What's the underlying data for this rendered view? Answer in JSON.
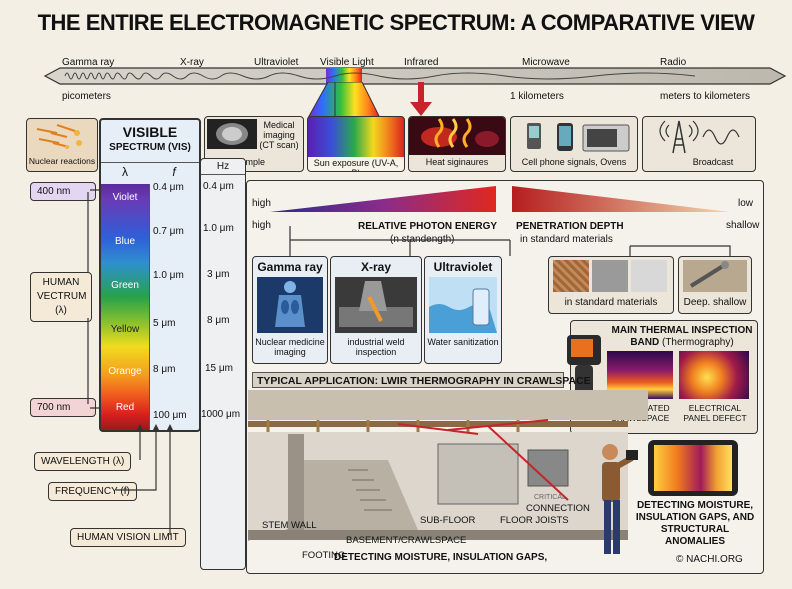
{
  "title": "THE ENTIRE ELECTROMAGNETIC SPECTRUM: A COMPARATIVE VIEW",
  "bands": [
    "Gamma ray",
    "X-ray",
    "Ultraviolet",
    "Visible Light",
    "Infrared",
    "Microwave",
    "Radio"
  ],
  "scale": {
    "left": "picometers",
    "mid": "1 kilometers",
    "right": "meters to kilometers"
  },
  "examples": {
    "nuclear": "Nuclear reactions",
    "medical": "Medical imaging (CT scan)",
    "em": "EM example",
    "sun": "Sun exposure (UV-A, B)",
    "heat": "Heat siginaures",
    "cell": "Cell phone signals, Ovens",
    "broadcast": "Broadcast"
  },
  "visible": {
    "title": "VISIBLE",
    "subtitle": "SPECTRUM (VIS)",
    "lambda": "λ",
    "f": "f",
    "colors": [
      "Violet",
      "Blue",
      "Green",
      "Yellow",
      "Orange",
      "Red"
    ],
    "ticks": [
      "0.4 μm",
      "0.7 μm",
      "1.0 μm",
      "5 μm",
      "8 μm",
      "100 μm"
    ]
  },
  "hz": {
    "header": "Hz",
    "ticks": [
      "0.4 μm",
      "1.0 μm",
      "3 μm",
      "8 μm",
      "15 μm",
      "1000 μm"
    ]
  },
  "left_tags": {
    "nm400": "400 nm",
    "nm700": "700 nm",
    "human": "HUMAN VECTRUM (λ)",
    "wavelength": "WAVELENGTH (λ)",
    "frequency": "FREQUENCY (f)",
    "vision": "HUMAN VISION LIMIT"
  },
  "energy": {
    "high1": "high",
    "high2": "high",
    "low": "low",
    "shallow": "shallow",
    "photon": "RELATIVE PHOTON ENERGY",
    "photon_sub": "(n standength)",
    "pen": "PENETRATION DEPTH",
    "pen_sub": "in standard materials"
  },
  "panels": [
    {
      "name": "Gamma ray",
      "cap": "Nuclear medicine imaging"
    },
    {
      "name": "X-ray",
      "cap": "industrial weld inspection"
    },
    {
      "name": "Ultraviolet",
      "cap": "Water sanitization"
    }
  ],
  "materials": {
    "cap": "in standard materials",
    "deep": "Deep. shallow"
  },
  "thermal": {
    "title": "MAIN THERMAL INSPECTION",
    "band": "BAND",
    "band_sub": "(Thermography)",
    "uninsulated": "UNINSULATED CRAWLSPACE",
    "electrical": "ELECTRICAL PANEL DEFECT"
  },
  "application": "TYPICAL APPLICATION: LWIR THERMOGRAPHY IN CRAWLSPACE",
  "house": {
    "stem": "STEM WALL",
    "footing": "FOOTING",
    "basement": "BASEMENT/CRAWLSPACE",
    "subfloor": "SUB-FLOOR",
    "joists": "FLOOR JOISTS",
    "critical": "CRITICAL",
    "connection": "CONNECTION",
    "detecting": "DETECTING MOISTURE, INSULATION GAPS,"
  },
  "detecting_right": "DETECTING MOISTURE, INSULATION GAPS, AND STRUCTURAL ANOMALIES",
  "copyright": "© NACHI.ORG",
  "colors": {
    "bg": "#f4efe4",
    "arrow_red": "#c8232a",
    "box_border": "#333333"
  }
}
